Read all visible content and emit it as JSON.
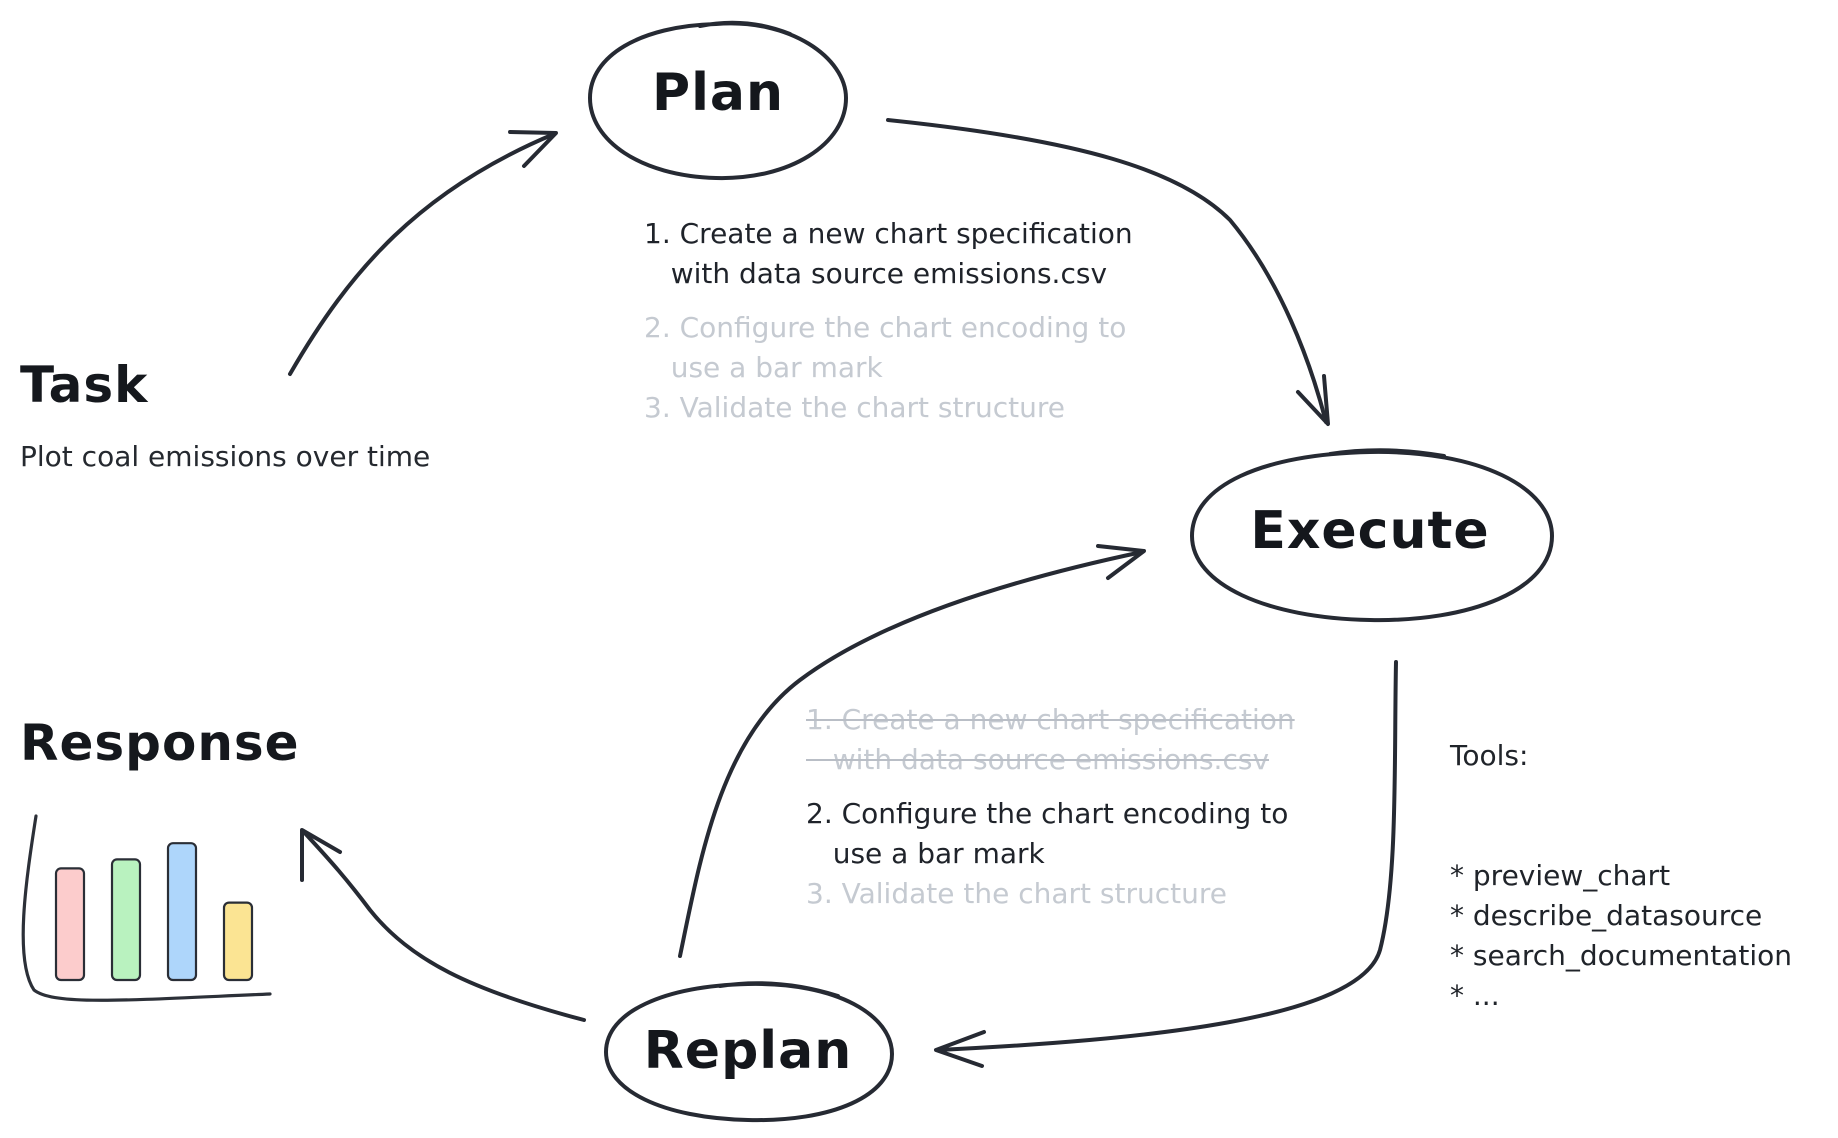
{
  "nodes": {
    "plan": "Plan",
    "execute": "Execute",
    "replan": "Replan"
  },
  "task": {
    "heading": "Task",
    "text": "Plot coal emissions over time"
  },
  "response": {
    "heading": "Response",
    "bar_levels": [
      0.62,
      0.67,
      0.76,
      0.43
    ],
    "bar_colors": [
      "#fccccc",
      "#b9f2bf",
      "#aed6fb",
      "#fbe493"
    ]
  },
  "plan_steps": [
    {
      "lines": [
        "1. Create a new chart specification",
        "   with data source emissions.csv"
      ],
      "state": "active"
    },
    {
      "lines": [
        "2. Configure the chart encoding to",
        "   use a bar mark"
      ],
      "state": "pending"
    },
    {
      "lines": [
        "3. Validate the chart structure"
      ],
      "state": "pending"
    }
  ],
  "replan_steps": [
    {
      "lines": [
        "1. Create a new chart specification",
        "   with data source emissions.csv"
      ],
      "state": "done"
    },
    {
      "lines": [
        "2. Configure the chart encoding to",
        "   use a bar mark"
      ],
      "state": "active"
    },
    {
      "lines": [
        "3. Validate the chart structure"
      ],
      "state": "pending"
    }
  ],
  "tools": {
    "title": "Tools:",
    "items": [
      "* preview_chart",
      "* describe_datasource",
      "* search_documentation",
      "* ..."
    ]
  },
  "colors": {
    "ink": "#262a33",
    "faded_text": "#c5cad1",
    "background": "#ffffff"
  }
}
